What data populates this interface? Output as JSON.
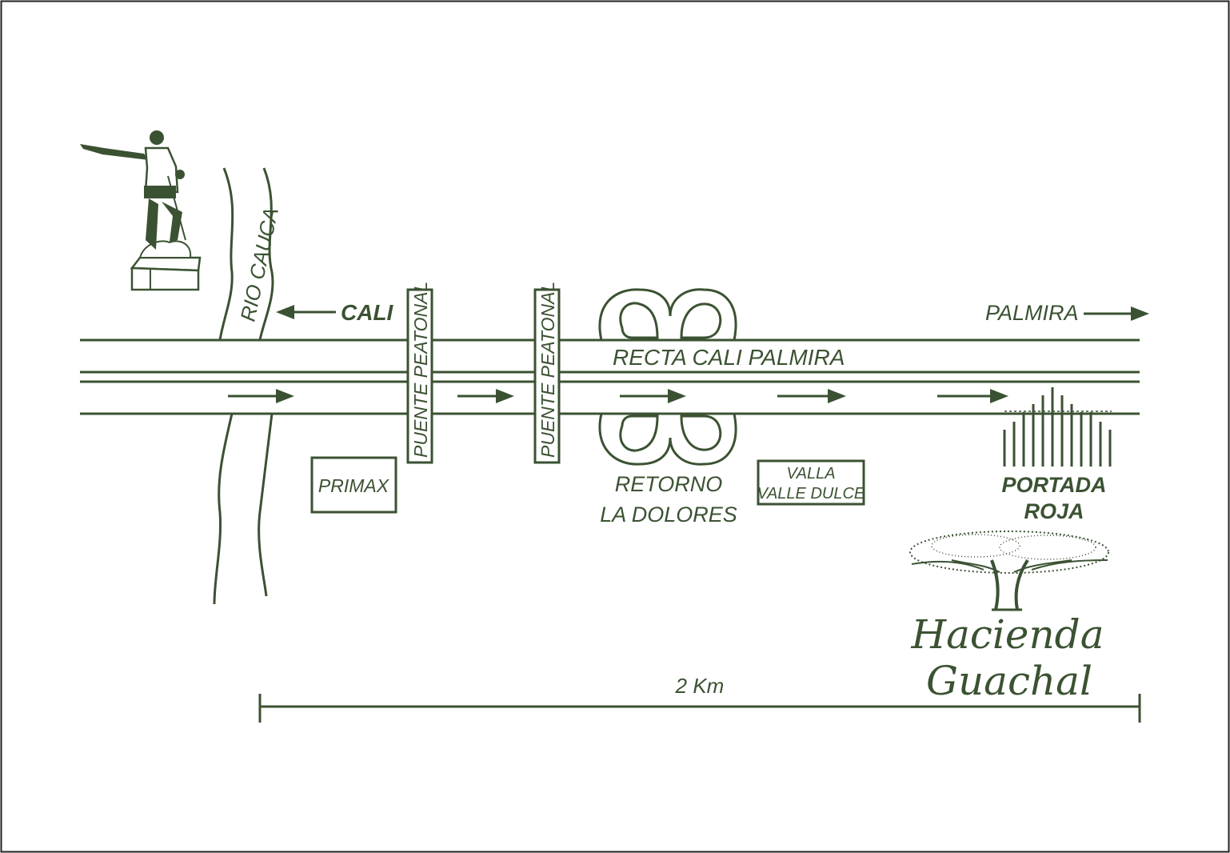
{
  "colors": {
    "ink": "#3b5232",
    "frame": "#222222",
    "background": "#ffffff"
  },
  "icons": {
    "statue": "statue-of-pointing-conquistador-icon",
    "tree": "samán-tree-icon",
    "gate": "red-gate-bars-icon"
  },
  "labels": {
    "river": "RIO CAUCA",
    "cali": "CALI",
    "palmira": "PALMIRA",
    "highway": "RECTA CALI PALMIRA",
    "bridge_1": "PUENTE PEATONAL",
    "bridge_2": "PUENTE PEATONAL",
    "primax": "PRIMAX",
    "retorno_line1": "RETORNO",
    "retorno_line2": "LA DOLORES",
    "valla_line1": "VALLA",
    "valla_line2": "VALLE DULCE",
    "portada_line1": "PORTADA",
    "portada_line2": "ROJA",
    "hacienda_line1": "Hacienda",
    "hacienda_line2": "Guachal",
    "scale": "2 Km"
  }
}
